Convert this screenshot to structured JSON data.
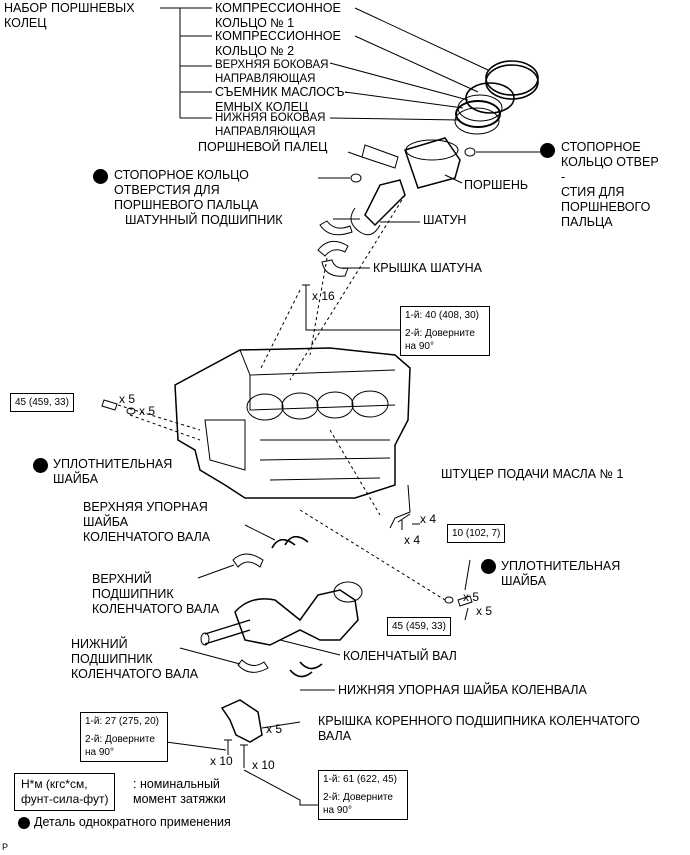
{
  "labels": {
    "ring_set": [
      "НАБОР ПОРШНЕВЫХ",
      "КОЛЕЦ"
    ],
    "comp_ring1": [
      "КОМПРЕССИОННОЕ",
      "КОЛЬЦО № 1"
    ],
    "comp_ring2": [
      "КОМПРЕССИОННОЕ",
      "КОЛЬЦО № 2"
    ],
    "upper_rail": [
      "ВЕРХНЯЯ БОКОВАЯ",
      "НАПРАВЛЯЮЩАЯ"
    ],
    "oil_ring": [
      "СЪЕМНИК МАСЛОСЪ-",
      "ЕМНЫХ КОЛЕЦ"
    ],
    "lower_rail": [
      "НИЖНЯЯ БОКОВАЯ",
      "НАПРАВЛЯЮЩАЯ"
    ],
    "piston_pin": "ПОРШНЕВОЙ ПАЛЕЦ",
    "piston": "ПОРШЕНЬ",
    "snap_ring_right": [
      "СТОПОРНОЕ",
      "КОЛЬЦО ОТВЕР",
      "-",
      "СТИЯ ДЛЯ",
      "ПОРШНЕВОГО",
      "ПАЛЬЦА"
    ],
    "snap_ring_left": [
      "СТОПОРНОЕ КОЛЬЦО",
      "ОТВЕРСТИЯ ДЛЯ",
      "ПОРШНЕВОГО ПАЛЬЦА"
    ],
    "rod_bearing": "ШАТУННЫЙ ПОДШИПНИК",
    "con_rod": "ШАТУН",
    "rod_cap": "КРЫШКА ШАТУНА",
    "gasket_left": [
      "УПЛОТНИТЕЛЬНАЯ",
      "ШАЙБА"
    ],
    "oil_nozzle": "ШТУЦЕР ПОДАЧИ МАСЛА № 1",
    "upper_thrust": [
      "ВЕРХНЯЯ УПОРНАЯ",
      "ШАЙБА",
      "КОЛЕНЧАТОГО ВАЛА"
    ],
    "upper_bearing": [
      "ВЕРХНИЙ",
      "ПОДШИПНИК",
      "КОЛЕНЧАТОГО ВАЛА"
    ],
    "gasket_right": [
      "УПЛОТНИТЕЛЬНАЯ",
      "ШАЙБА"
    ],
    "lower_bearing": [
      "НИЖНИЙ",
      "ПОДШИПНИК",
      "КОЛЕНЧАТОГО ВАЛА"
    ],
    "crankshaft": "КОЛЕНЧАТЫЙ ВАЛ",
    "lower_thrust": "НИЖНЯЯ УПОРНАЯ ШАЙБА КОЛЕНВАЛА",
    "main_cap": [
      "КРЫШКА КОРЕННОГО ПОДШИПНИКА КОЛЕНЧАТОГО",
      "ВАЛА"
    ],
    "p_mark": "P"
  },
  "quantities": {
    "rod_bolts": "x 16",
    "left_bolt": "x 5",
    "left_gasket": "x 5",
    "nozzle_bolt": "x 4",
    "nozzle": "x 4",
    "right_gasket": "x 5",
    "right_bolt": "x 5",
    "main_cap": "x 5",
    "main_bolt_a": "x 10",
    "main_bolt_b": "x 10"
  },
  "torques": {
    "rod": [
      "1-й: 40 (408, 30)",
      "2-й: Доверните",
      "на 90°"
    ],
    "left": "45 (459, 33)",
    "nozzle": "10 (102, 7)",
    "right": "45 (459, 33)",
    "main_a": [
      "1-й: 27 (275, 20)",
      "2-й: Доверните",
      "на 90°"
    ],
    "main_b": [
      "1-й: 61 (622, 45)",
      "2-й: Доверните",
      "на 90°"
    ]
  },
  "legend": {
    "unit_box": [
      "Н*м (кгс*см,",
      "фунт-сила-фут)"
    ],
    "unit_desc": [
      ": номинальный",
      "момент затяжки"
    ],
    "single_use": "Деталь однократного применения"
  },
  "colors": {
    "ink": "#000000",
    "background": "#ffffff"
  }
}
